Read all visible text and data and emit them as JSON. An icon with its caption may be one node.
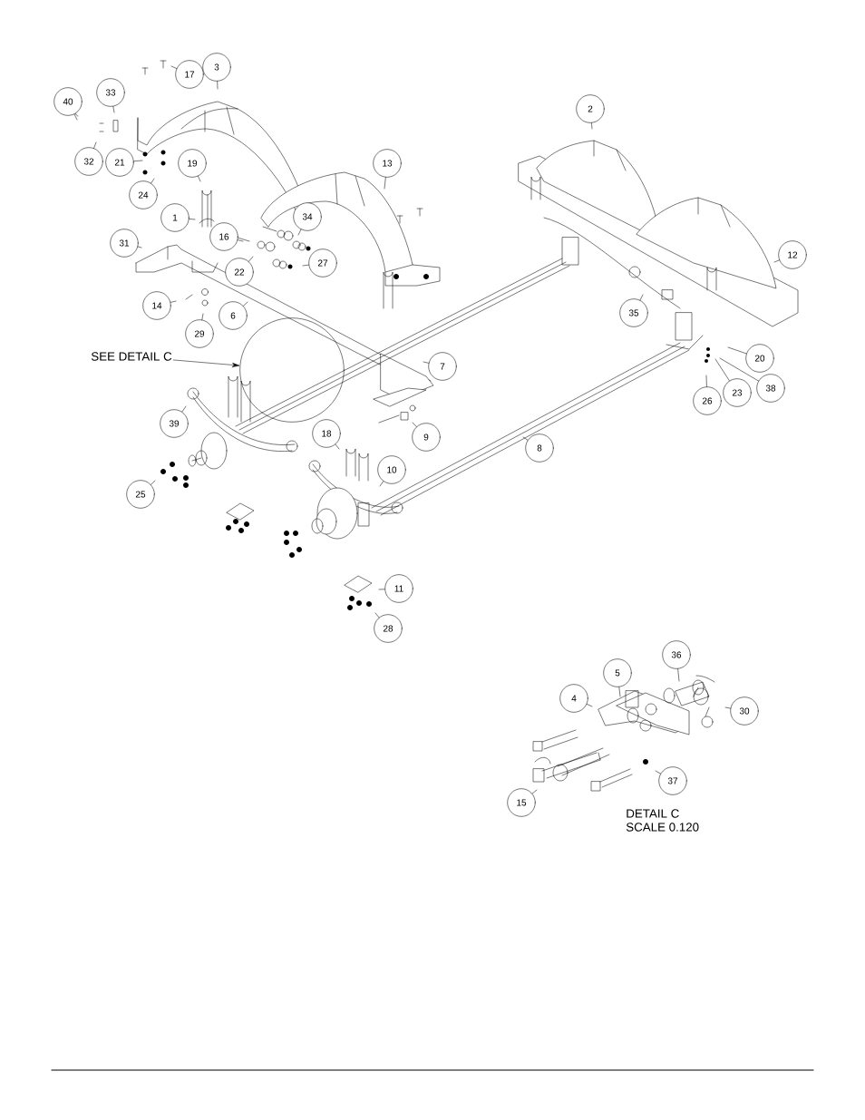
{
  "diagram": {
    "nodes": [
      {
        "text": [
          "17"
        ]
      },
      {
        "text": [
          "3"
        ]
      },
      {
        "text": [
          "40"
        ]
      },
      {
        "text": [
          "33"
        ]
      },
      {
        "text": [
          "32"
        ]
      },
      {
        "text": [
          "21"
        ]
      },
      {
        "text": [
          "24"
        ]
      },
      {
        "text": [
          "19"
        ]
      },
      {
        "text": [
          "13"
        ]
      },
      {
        "text": [
          "2"
        ]
      },
      {
        "text": [
          "1"
        ]
      },
      {
        "text": [
          "16"
        ]
      },
      {
        "text": [
          "22"
        ]
      },
      {
        "text": [
          "34"
        ]
      },
      {
        "text": [
          "27"
        ]
      },
      {
        "text": [
          "31"
        ]
      },
      {
        "text": [
          "12"
        ]
      },
      {
        "text": [
          "14"
        ]
      },
      {
        "text": [
          "29"
        ]
      },
      {
        "text": [
          "6"
        ]
      },
      {
        "text": [
          "35"
        ]
      },
      {
        "text": [
          "20"
        ]
      },
      {
        "text": [
          "SEE DETAIL C"
        ]
      },
      {
        "text": [],
        "shape": "circle"
      },
      {
        "text": [
          "7"
        ]
      },
      {
        "text": [
          "38"
        ]
      },
      {
        "text": [
          "23"
        ]
      },
      {
        "text": [
          "26"
        ]
      },
      {
        "text": [
          "39"
        ]
      },
      {
        "text": [
          "9"
        ]
      },
      {
        "text": [
          "18"
        ]
      },
      {
        "text": [
          "8"
        ]
      },
      {
        "text": [
          "10"
        ]
      },
      {
        "text": [
          "25"
        ]
      },
      {
        "text": [
          "11"
        ]
      },
      {
        "text": [
          "28"
        ]
      },
      {
        "text": [
          "36"
        ]
      },
      {
        "text": [
          "5"
        ]
      },
      {
        "text": [
          "4"
        ]
      },
      {
        "text": [
          "30"
        ]
      },
      {
        "text": [
          "15"
        ]
      },
      {
        "text": [
          "37"
        ]
      }
    ],
    "edges": [
      {
        "from": 0,
        "to": null,
        "arrow": "none"
      },
      {
        "from": 1,
        "to": null,
        "arrow": "none"
      },
      {
        "from": 2,
        "to": null,
        "arrow": "none"
      },
      {
        "from": 3,
        "to": null,
        "arrow": "none"
      },
      {
        "from": 4,
        "to": null,
        "arrow": "none"
      },
      {
        "from": 5,
        "to": null,
        "arrow": "none"
      },
      {
        "from": 6,
        "to": null,
        "arrow": "none"
      },
      {
        "from": 7,
        "to": null,
        "arrow": "none"
      },
      {
        "from": 8,
        "to": null,
        "arrow": "none"
      },
      {
        "from": 9,
        "to": null,
        "arrow": "none"
      },
      {
        "from": 10,
        "to": null,
        "arrow": "none"
      },
      {
        "from": 11,
        "to": null,
        "arrow": "none"
      },
      {
        "from": 12,
        "to": null,
        "arrow": "none"
      },
      {
        "from": 13,
        "to": null,
        "arrow": "none"
      },
      {
        "from": 14,
        "to": null,
        "arrow": "none"
      },
      {
        "from": 15,
        "to": null,
        "arrow": "none"
      },
      {
        "from": 16,
        "to": null,
        "arrow": "none"
      },
      {
        "from": 17,
        "to": null,
        "arrow": "none"
      },
      {
        "from": 18,
        "to": null,
        "arrow": "none"
      },
      {
        "from": 19,
        "to": null,
        "arrow": "none"
      },
      {
        "from": 20,
        "to": null,
        "arrow": "none"
      },
      {
        "from": 21,
        "to": null,
        "arrow": "none"
      },
      {
        "from": 22,
        "to": 23,
        "arrow": "to"
      },
      {
        "from": 24,
        "to": null,
        "arrow": "none"
      },
      {
        "from": 25,
        "to": null,
        "arrow": "none"
      },
      {
        "from": 26,
        "to": null,
        "arrow": "none"
      },
      {
        "from": 27,
        "to": null,
        "arrow": "none"
      },
      {
        "from": 28,
        "to": null,
        "arrow": "none"
      },
      {
        "from": 29,
        "to": null,
        "arrow": "none"
      },
      {
        "from": 30,
        "to": null,
        "arrow": "none"
      },
      {
        "from": 31,
        "to": null,
        "arrow": "none"
      },
      {
        "from": 32,
        "to": null,
        "arrow": "none"
      },
      {
        "from": 33,
        "to": null,
        "arrow": "none"
      },
      {
        "from": 34,
        "to": null,
        "arrow": "none"
      },
      {
        "from": 35,
        "to": null,
        "arrow": "none"
      },
      {
        "from": 36,
        "to": null,
        "arrow": "none"
      },
      {
        "from": 37,
        "to": null,
        "arrow": "none"
      },
      {
        "from": 38,
        "to": null,
        "arrow": "none"
      },
      {
        "from": 39,
        "to": null,
        "arrow": "none"
      },
      {
        "from": 40,
        "to": null,
        "arrow": "none"
      },
      {
        "from": 41,
        "to": null,
        "arrow": "none"
      }
    ],
    "labels": [
      "DETAIL C",
      "SCALE 0.120"
    ]
  }
}
